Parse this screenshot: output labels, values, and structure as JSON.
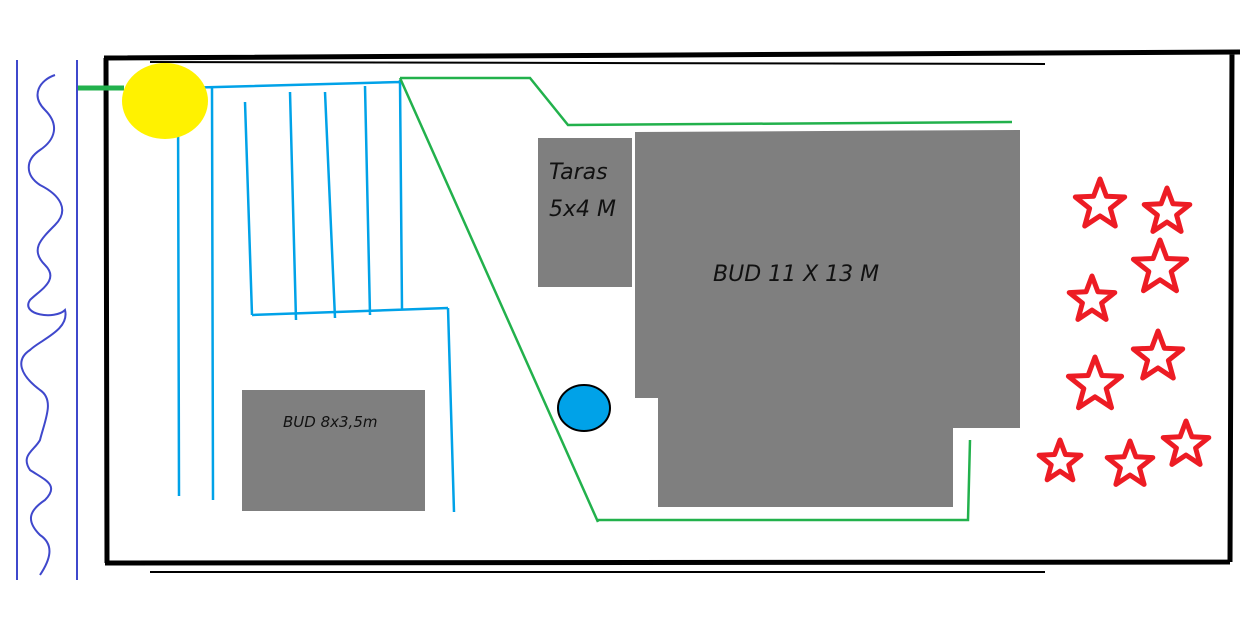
{
  "labels": {
    "terrace_line1": "Taras",
    "terrace_line2": "5x4 M",
    "main_building": "BUD 11 X 13 M",
    "small_building": "BUD 8x3,5m"
  },
  "colors": {
    "building": "#7f7f7f",
    "boundary": "#000000",
    "stream": "#3f48cc",
    "irrigation": "#00a2e8",
    "path": "#22b14c",
    "sun": "#fff200",
    "pool": "#00a2e8",
    "stars": "#ed1c24"
  }
}
